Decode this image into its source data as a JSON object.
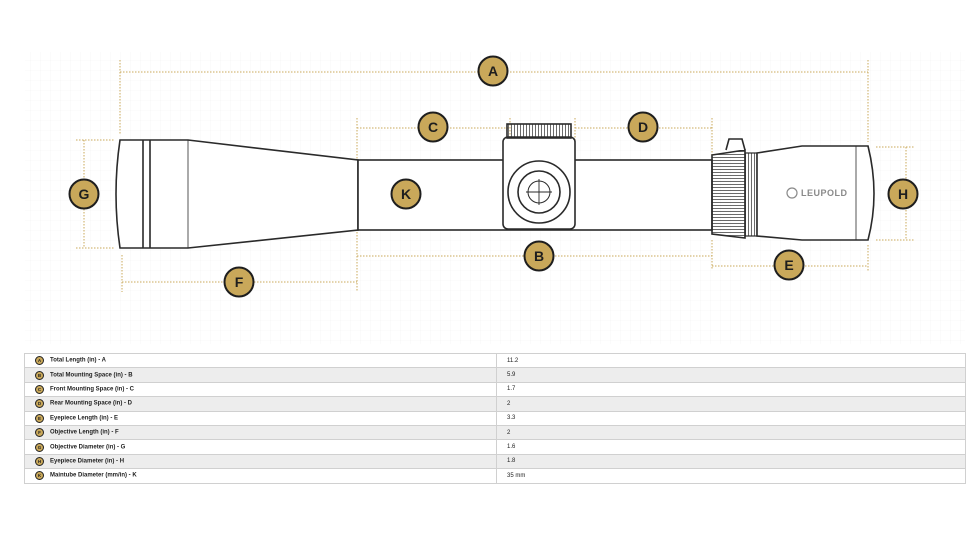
{
  "brand": "LEUPOLD",
  "colors": {
    "accent": "#c9a85a",
    "outline": "#2a2a2a",
    "dimension_line": "#c9a85a"
  },
  "dimensions": [
    {
      "letter": "A",
      "label": "Total Length (in) - A",
      "value": "11.2"
    },
    {
      "letter": "B",
      "label": "Total Mounting Space (in) - B",
      "value": "5.9"
    },
    {
      "letter": "C",
      "label": "Front Mounting Space (in) - C",
      "value": "1.7"
    },
    {
      "letter": "D",
      "label": "Rear Mounting Space (in) - D",
      "value": "2"
    },
    {
      "letter": "E",
      "label": "Eyepiece Length (in) - E",
      "value": "3.3"
    },
    {
      "letter": "F",
      "label": "Objective Length (in) - F",
      "value": "2"
    },
    {
      "letter": "G",
      "label": "Objective Diameter (in) - G",
      "value": "1.6"
    },
    {
      "letter": "H",
      "label": "Eyepiece Diameter (in) - H",
      "value": "1.8"
    },
    {
      "letter": "K",
      "label": "Maintube Diameter (mm/in) - K",
      "value": "35 mm"
    }
  ]
}
